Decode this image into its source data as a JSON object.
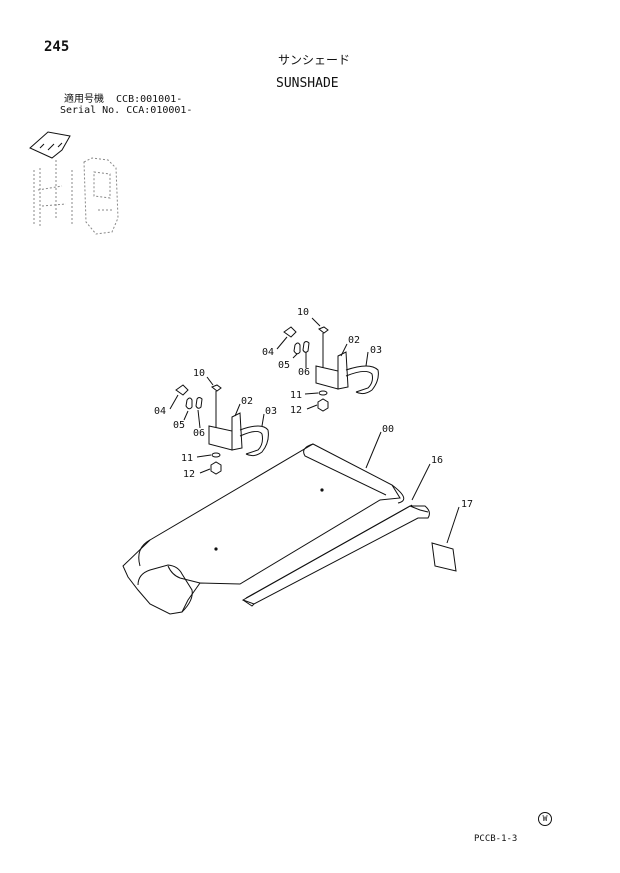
{
  "header": {
    "page_number": "245",
    "title_jp": "サンシェード",
    "title_en": "SUNSHADE",
    "serial_jp": "適用号機  CCB:001001-",
    "serial_en": "Serial No. CCA:010001-"
  },
  "parts": {
    "p00": "00",
    "p02a": "02",
    "p02b": "02",
    "p03a": "03",
    "p03b": "03",
    "p04a": "04",
    "p04b": "04",
    "p05a": "05",
    "p05b": "05",
    "p06a": "06",
    "p06b": "06",
    "p10a": "10",
    "p10b": "10",
    "p11a": "11",
    "p11b": "11",
    "p12a": "12",
    "p12b": "12",
    "p16": "16",
    "p17": "17"
  },
  "footer": {
    "watermark": "W",
    "drawing_code": "PCCB-1-3"
  }
}
